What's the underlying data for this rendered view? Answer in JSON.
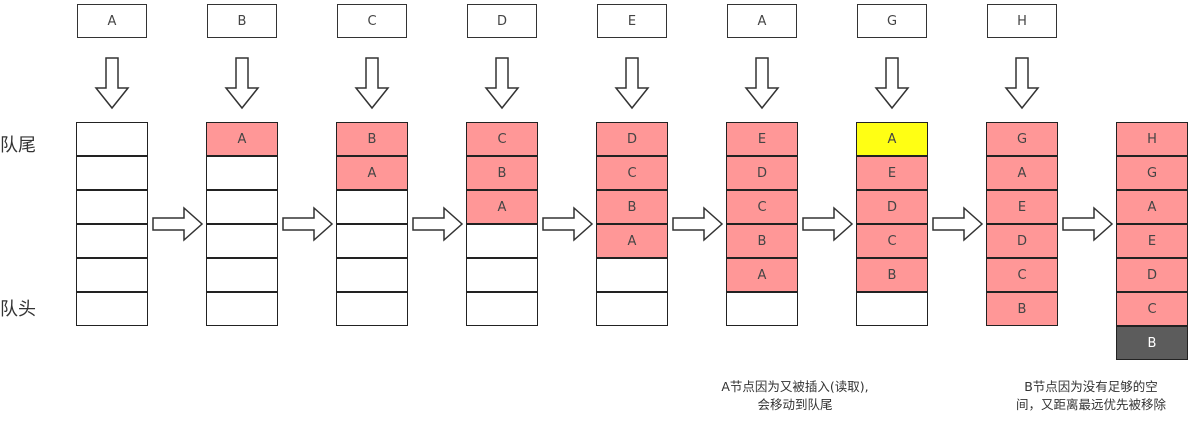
{
  "labels": {
    "tail": "队尾",
    "head": "队头"
  },
  "inputs": [
    "A",
    "B",
    "C",
    "D",
    "E",
    "A",
    "G",
    "H"
  ],
  "stacks": [
    {
      "cells": [
        {
          "t": "",
          "c": "white"
        },
        {
          "t": "",
          "c": "white"
        },
        {
          "t": "",
          "c": "white"
        },
        {
          "t": "",
          "c": "white"
        },
        {
          "t": "",
          "c": "white"
        },
        {
          "t": "",
          "c": "white"
        }
      ]
    },
    {
      "cells": [
        {
          "t": "A",
          "c": "red"
        },
        {
          "t": "",
          "c": "white"
        },
        {
          "t": "",
          "c": "white"
        },
        {
          "t": "",
          "c": "white"
        },
        {
          "t": "",
          "c": "white"
        },
        {
          "t": "",
          "c": "white"
        }
      ]
    },
    {
      "cells": [
        {
          "t": "B",
          "c": "red"
        },
        {
          "t": "A",
          "c": "red"
        },
        {
          "t": "",
          "c": "white"
        },
        {
          "t": "",
          "c": "white"
        },
        {
          "t": "",
          "c": "white"
        },
        {
          "t": "",
          "c": "white"
        }
      ]
    },
    {
      "cells": [
        {
          "t": "C",
          "c": "red"
        },
        {
          "t": "B",
          "c": "red"
        },
        {
          "t": "A",
          "c": "red"
        },
        {
          "t": "",
          "c": "white"
        },
        {
          "t": "",
          "c": "white"
        },
        {
          "t": "",
          "c": "white"
        }
      ]
    },
    {
      "cells": [
        {
          "t": "D",
          "c": "red"
        },
        {
          "t": "C",
          "c": "red"
        },
        {
          "t": "B",
          "c": "red"
        },
        {
          "t": "A",
          "c": "red"
        },
        {
          "t": "",
          "c": "white"
        },
        {
          "t": "",
          "c": "white"
        }
      ]
    },
    {
      "cells": [
        {
          "t": "E",
          "c": "red"
        },
        {
          "t": "D",
          "c": "red"
        },
        {
          "t": "C",
          "c": "red"
        },
        {
          "t": "B",
          "c": "red"
        },
        {
          "t": "A",
          "c": "red"
        },
        {
          "t": "",
          "c": "white"
        }
      ]
    },
    {
      "cells": [
        {
          "t": "A",
          "c": "yellow"
        },
        {
          "t": "E",
          "c": "red"
        },
        {
          "t": "D",
          "c": "red"
        },
        {
          "t": "C",
          "c": "red"
        },
        {
          "t": "B",
          "c": "red"
        },
        {
          "t": "",
          "c": "white"
        }
      ]
    },
    {
      "cells": [
        {
          "t": "G",
          "c": "red"
        },
        {
          "t": "A",
          "c": "red"
        },
        {
          "t": "E",
          "c": "red"
        },
        {
          "t": "D",
          "c": "red"
        },
        {
          "t": "C",
          "c": "red"
        },
        {
          "t": "B",
          "c": "red"
        }
      ]
    },
    {
      "cells": [
        {
          "t": "H",
          "c": "red"
        },
        {
          "t": "G",
          "c": "red"
        },
        {
          "t": "A",
          "c": "red"
        },
        {
          "t": "E",
          "c": "red"
        },
        {
          "t": "D",
          "c": "red"
        },
        {
          "t": "C",
          "c": "red"
        },
        {
          "t": "B",
          "c": "dark"
        }
      ]
    }
  ],
  "notes": {
    "note1": [
      "A节点因为又被插入(读取),",
      "会移动到队尾"
    ],
    "note2": [
      "B节点因为没有足够的空",
      "间，又距离最远优先被移除"
    ]
  },
  "colors": {
    "red": "#ff9797",
    "yellow": "#ffff14",
    "dark": "#5c5c5c",
    "stroke": "#333333"
  }
}
